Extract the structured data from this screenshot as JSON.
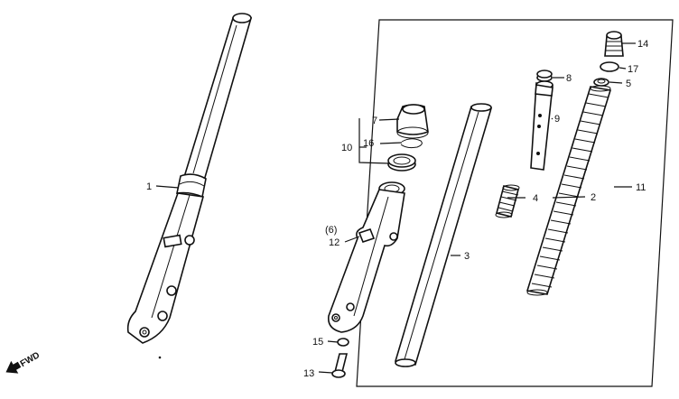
{
  "diagram": {
    "labels": {
      "p1": "1",
      "p2": "2",
      "p3": "3",
      "p4": "4",
      "p5": "5",
      "p6": "(6)",
      "p7": "7",
      "p8": "8",
      "p9": "9",
      "p10": "10",
      "p11": "11",
      "p12": "12",
      "p13": "13",
      "p14": "14",
      "p15": "15",
      "p16": "16",
      "p17": "17"
    },
    "direction_label": "FWD"
  }
}
